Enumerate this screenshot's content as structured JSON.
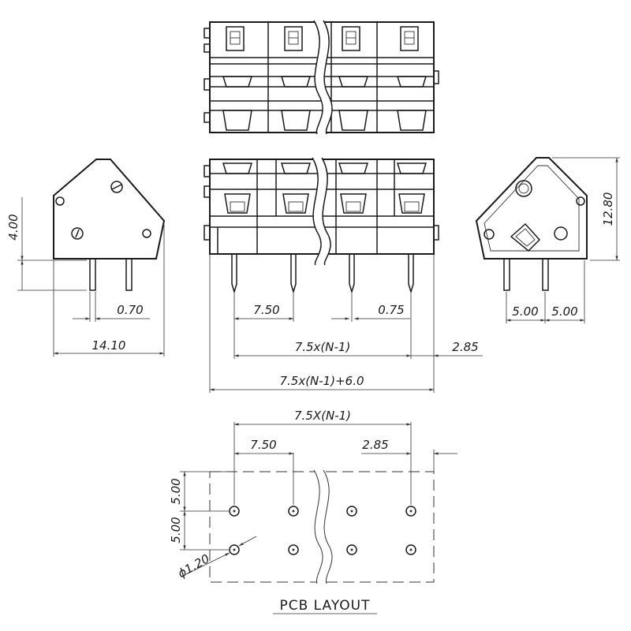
{
  "dimensions": {
    "side_height": "4.00",
    "pin_width": "0.70",
    "depth": "14.10",
    "pitch_front": "7.50",
    "pin_thickness": "0.75",
    "span_front": "7.5x(N-1)",
    "offset_front": "2.85",
    "total_length": "7.5x(N-1)+6.0",
    "overall_height": "12.80",
    "row_spacing_a": "5.00",
    "row_spacing_b": "5.00",
    "pcb_span": "7.5X(N-1)",
    "pcb_pitch": "7.50",
    "pcb_offset": "2.85",
    "pcb_row_a": "5.00",
    "pcb_row_b": "5.00",
    "hole_diameter": "ϕ1.20"
  },
  "pcb_title": "PCB LAYOUT"
}
